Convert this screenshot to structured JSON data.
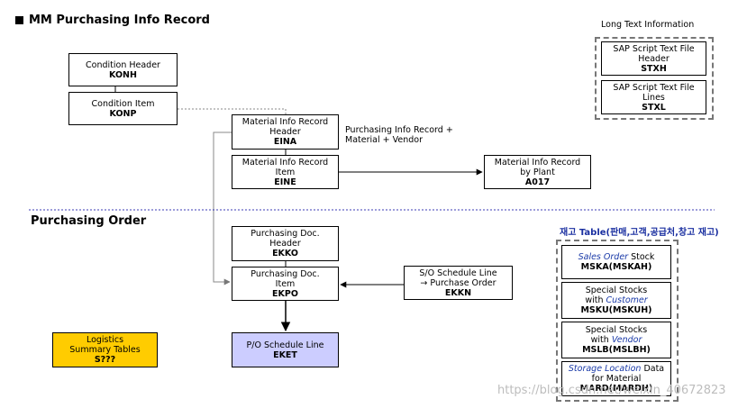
{
  "titles": {
    "mm_info_record": "MM Purchasing Info Record",
    "purchasing_order": "Purchasing Order",
    "long_text": "Long Text Information",
    "inventory_tables": "재고 Table(판매,고객,공급처,창고 재고)"
  },
  "boxes": {
    "konh": {
      "label": "Condition Header",
      "code": "KONH"
    },
    "konp": {
      "label": "Condition Item",
      "code": "KONP"
    },
    "eina": {
      "line1": "Material Info Record",
      "line2": "Header",
      "code": "EINA"
    },
    "eine": {
      "line1": "Material Info Record",
      "line2": "Item",
      "code": "EINE"
    },
    "a017": {
      "line1": "Material Info Record",
      "line2": "by Plant",
      "code": "A017"
    },
    "stxh": {
      "line1": "SAP Script Text File",
      "line2": "Header",
      "code": "STXH"
    },
    "stxl": {
      "line1": "SAP Script Text File",
      "line2": "Lines",
      "code": "STXL"
    },
    "ekko": {
      "line1": "Purchasing Doc.",
      "line2": "Header",
      "code": "EKKO"
    },
    "ekpo": {
      "line1": "Purchasing Doc.",
      "line2": "Item",
      "code": "EKPO"
    },
    "ekkn": {
      "line1": "S/O Schedule Line",
      "line2": "→ Purchase Order",
      "code": "EKKN"
    },
    "eket": {
      "label": "P/O Schedule Line",
      "code": "EKET"
    },
    "logistics": {
      "line1": "Logistics",
      "line2": "Summary Tables",
      "code": "S???"
    },
    "mska": {
      "italic": "Sales Order",
      "rest": " Stock",
      "code": "MSKA(MSKAH)"
    },
    "msku": {
      "line1": "Special Stocks",
      "prefix": "with ",
      "italic": "Customer",
      "code": "MSKU(MSKUH)"
    },
    "mslb": {
      "line1": "Special Stocks",
      "prefix": "with ",
      "italic": "Vendor",
      "code": "MSLB(MSLBH)"
    },
    "mard": {
      "italic": "Storage Location",
      "rest": " Data",
      "line2": "for Material",
      "code": "MARD(MARDH)"
    }
  },
  "annotations": {
    "info_record_note_1": "Purchasing Info Record +",
    "info_record_note_2": "Material + Vendor"
  },
  "watermark": "https://blog.csdn.net/weixin_40672823",
  "colors": {
    "eket_fill": "#cccdff",
    "logistics_fill": "#ffcc00",
    "divider": "#3b3bb5",
    "korean_title": "#1a2fa0"
  }
}
